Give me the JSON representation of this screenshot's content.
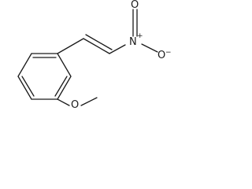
{
  "molecule": {
    "atoms": {
      "nitrogen": {
        "symbol": "N",
        "charge": "+"
      },
      "oxygen_double": {
        "symbol": "O"
      },
      "oxygen_single": {
        "symbol": "O",
        "charge": "−"
      },
      "oxygen_ether": {
        "symbol": "O"
      }
    },
    "colors": {
      "bond": "#1a1a1a",
      "background": "#ffffff"
    }
  }
}
